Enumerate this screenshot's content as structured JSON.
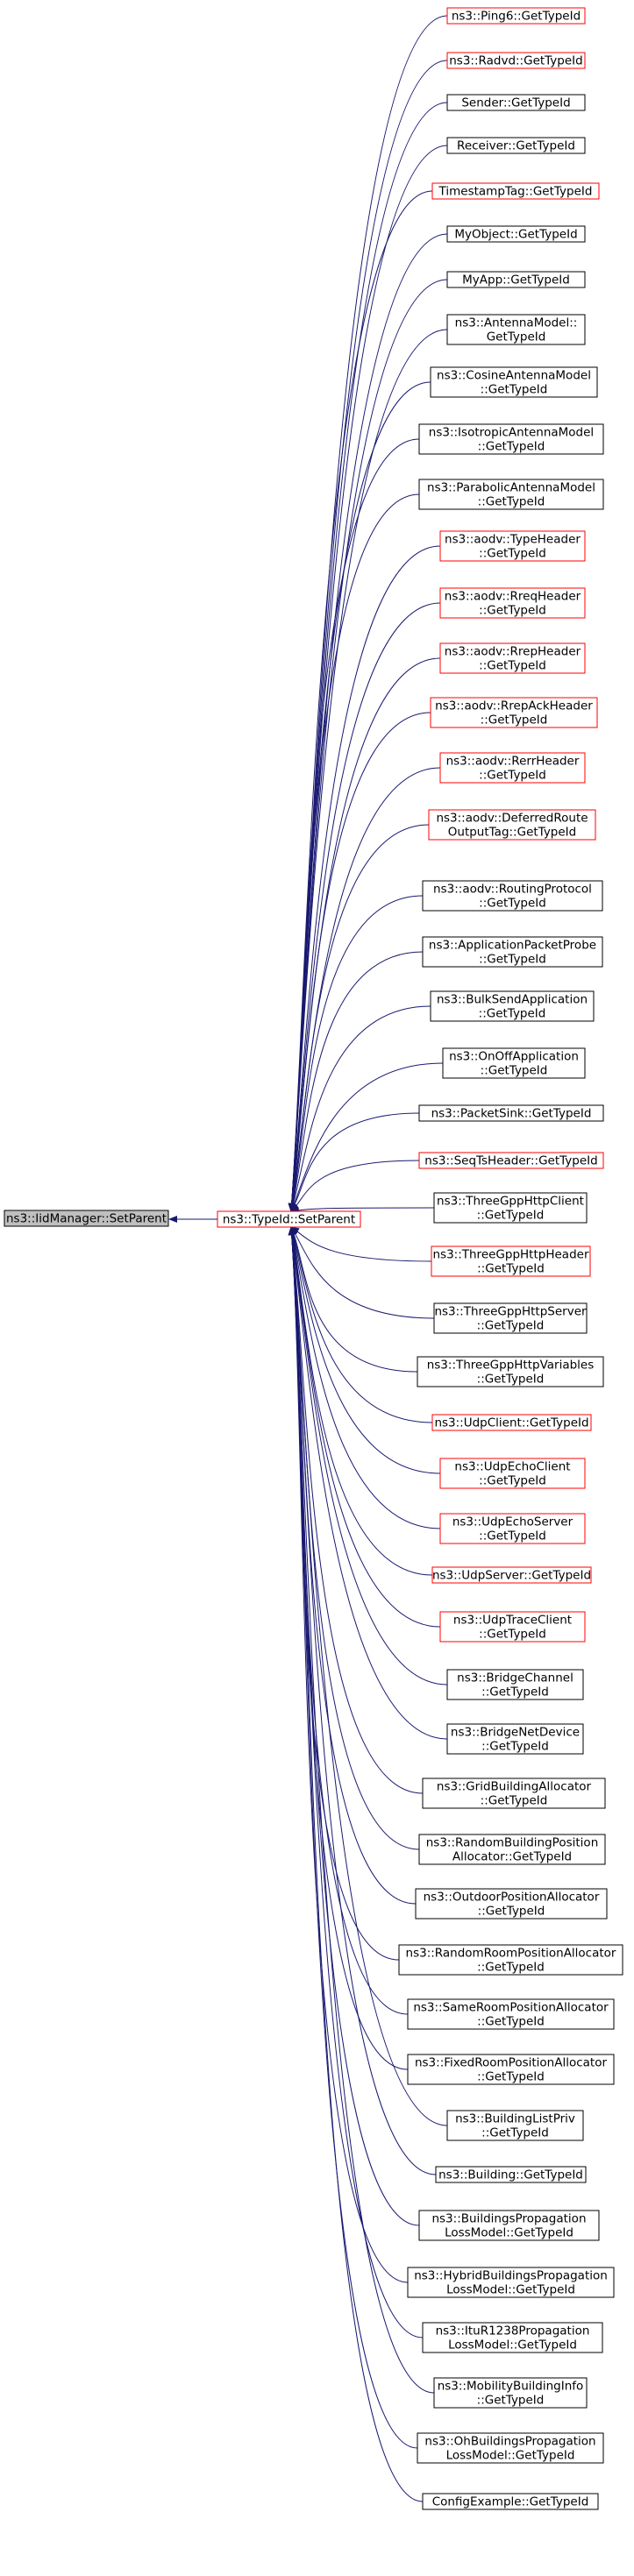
{
  "root": {
    "label": "ns3::IidManager::SetParent",
    "fill": "#bfbfbf",
    "border": "#000000"
  },
  "hub": {
    "label": "ns3::TypeId::SetParent",
    "border": "#ff0000"
  },
  "edge_color": "#191970",
  "callers": [
    {
      "lines": [
        "ns3::Ping6::GetTypeId"
      ],
      "border": "red"
    },
    {
      "lines": [
        "ns3::Radvd::GetTypeId"
      ],
      "border": "red"
    },
    {
      "lines": [
        "Sender::GetTypeId"
      ],
      "border": "black"
    },
    {
      "lines": [
        "Receiver::GetTypeId"
      ],
      "border": "black"
    },
    {
      "lines": [
        "TimestampTag::GetTypeId"
      ],
      "border": "red"
    },
    {
      "lines": [
        "MyObject::GetTypeId"
      ],
      "border": "black"
    },
    {
      "lines": [
        "MyApp::GetTypeId"
      ],
      "border": "black"
    },
    {
      "lines": [
        "ns3::AntennaModel::",
        "GetTypeId"
      ],
      "border": "black"
    },
    {
      "lines": [
        "ns3::CosineAntennaModel",
        "::GetTypeId"
      ],
      "border": "black"
    },
    {
      "lines": [
        "ns3::IsotropicAntennaModel",
        "::GetTypeId"
      ],
      "border": "black"
    },
    {
      "lines": [
        "ns3::ParabolicAntennaModel",
        "::GetTypeId"
      ],
      "border": "black"
    },
    {
      "lines": [
        "ns3::aodv::TypeHeader",
        "::GetTypeId"
      ],
      "border": "red"
    },
    {
      "lines": [
        "ns3::aodv::RreqHeader",
        "::GetTypeId"
      ],
      "border": "red"
    },
    {
      "lines": [
        "ns3::aodv::RrepHeader",
        "::GetTypeId"
      ],
      "border": "red"
    },
    {
      "lines": [
        "ns3::aodv::RrepAckHeader",
        "::GetTypeId"
      ],
      "border": "red"
    },
    {
      "lines": [
        "ns3::aodv::RerrHeader",
        "::GetTypeId"
      ],
      "border": "red"
    },
    {
      "lines": [
        "ns3::aodv::DeferredRoute",
        "OutputTag::GetTypeId"
      ],
      "border": "red"
    },
    {
      "lines": [
        "ns3::aodv::RoutingProtocol",
        "::GetTypeId"
      ],
      "border": "black"
    },
    {
      "lines": [
        "ns3::ApplicationPacketProbe",
        "::GetTypeId"
      ],
      "border": "black"
    },
    {
      "lines": [
        "ns3::BulkSendApplication",
        "::GetTypeId"
      ],
      "border": "black"
    },
    {
      "lines": [
        "ns3::OnOffApplication",
        "::GetTypeId"
      ],
      "border": "black"
    },
    {
      "lines": [
        "ns3::PacketSink::GetTypeId"
      ],
      "border": "black"
    },
    {
      "lines": [
        "ns3::SeqTsHeader::GetTypeId"
      ],
      "border": "red"
    },
    {
      "lines": [
        "ns3::ThreeGppHttpClient",
        "::GetTypeId"
      ],
      "border": "black"
    },
    {
      "lines": [
        "ns3::ThreeGppHttpHeader",
        "::GetTypeId"
      ],
      "border": "red"
    },
    {
      "lines": [
        "ns3::ThreeGppHttpServer",
        "::GetTypeId"
      ],
      "border": "black"
    },
    {
      "lines": [
        "ns3::ThreeGppHttpVariables",
        "::GetTypeId"
      ],
      "border": "black"
    },
    {
      "lines": [
        "ns3::UdpClient::GetTypeId"
      ],
      "border": "red"
    },
    {
      "lines": [
        "ns3::UdpEchoClient",
        "::GetTypeId"
      ],
      "border": "red"
    },
    {
      "lines": [
        "ns3::UdpEchoServer",
        "::GetTypeId"
      ],
      "border": "red"
    },
    {
      "lines": [
        "ns3::UdpServer::GetTypeId"
      ],
      "border": "red"
    },
    {
      "lines": [
        "ns3::UdpTraceClient",
        "::GetTypeId"
      ],
      "border": "red"
    },
    {
      "lines": [
        "ns3::BridgeChannel",
        "::GetTypeId"
      ],
      "border": "black"
    },
    {
      "lines": [
        "ns3::BridgeNetDevice",
        "::GetTypeId"
      ],
      "border": "black"
    },
    {
      "lines": [
        "ns3::GridBuildingAllocator",
        "::GetTypeId"
      ],
      "border": "black"
    },
    {
      "lines": [
        "ns3::RandomBuildingPosition",
        "Allocator::GetTypeId"
      ],
      "border": "black"
    },
    {
      "lines": [
        "ns3::OutdoorPositionAllocator",
        "::GetTypeId"
      ],
      "border": "black"
    },
    {
      "lines": [
        "ns3::RandomRoomPositionAllocator",
        "::GetTypeId"
      ],
      "border": "black"
    },
    {
      "lines": [
        "ns3::SameRoomPositionAllocator",
        "::GetTypeId"
      ],
      "border": "black"
    },
    {
      "lines": [
        "ns3::FixedRoomPositionAllocator",
        "::GetTypeId"
      ],
      "border": "black"
    },
    {
      "lines": [
        "ns3::BuildingListPriv",
        "::GetTypeId"
      ],
      "border": "black"
    },
    {
      "lines": [
        "ns3::Building::GetTypeId"
      ],
      "border": "black"
    },
    {
      "lines": [
        "ns3::BuildingsPropagation",
        "LossModel::GetTypeId"
      ],
      "border": "black"
    },
    {
      "lines": [
        "ns3::HybridBuildingsPropagation",
        "LossModel::GetTypeId"
      ],
      "border": "black"
    },
    {
      "lines": [
        "ns3::ItuR1238Propagation",
        "LossModel::GetTypeId"
      ],
      "border": "black"
    },
    {
      "lines": [
        "ns3::MobilityBuildingInfo",
        "::GetTypeId"
      ],
      "border": "black"
    },
    {
      "lines": [
        "ns3::OhBuildingsPropagation",
        "LossModel::GetTypeId"
      ],
      "border": "black"
    },
    {
      "lines": [
        "ConfigExample::GetTypeId"
      ],
      "border": "black"
    }
  ]
}
